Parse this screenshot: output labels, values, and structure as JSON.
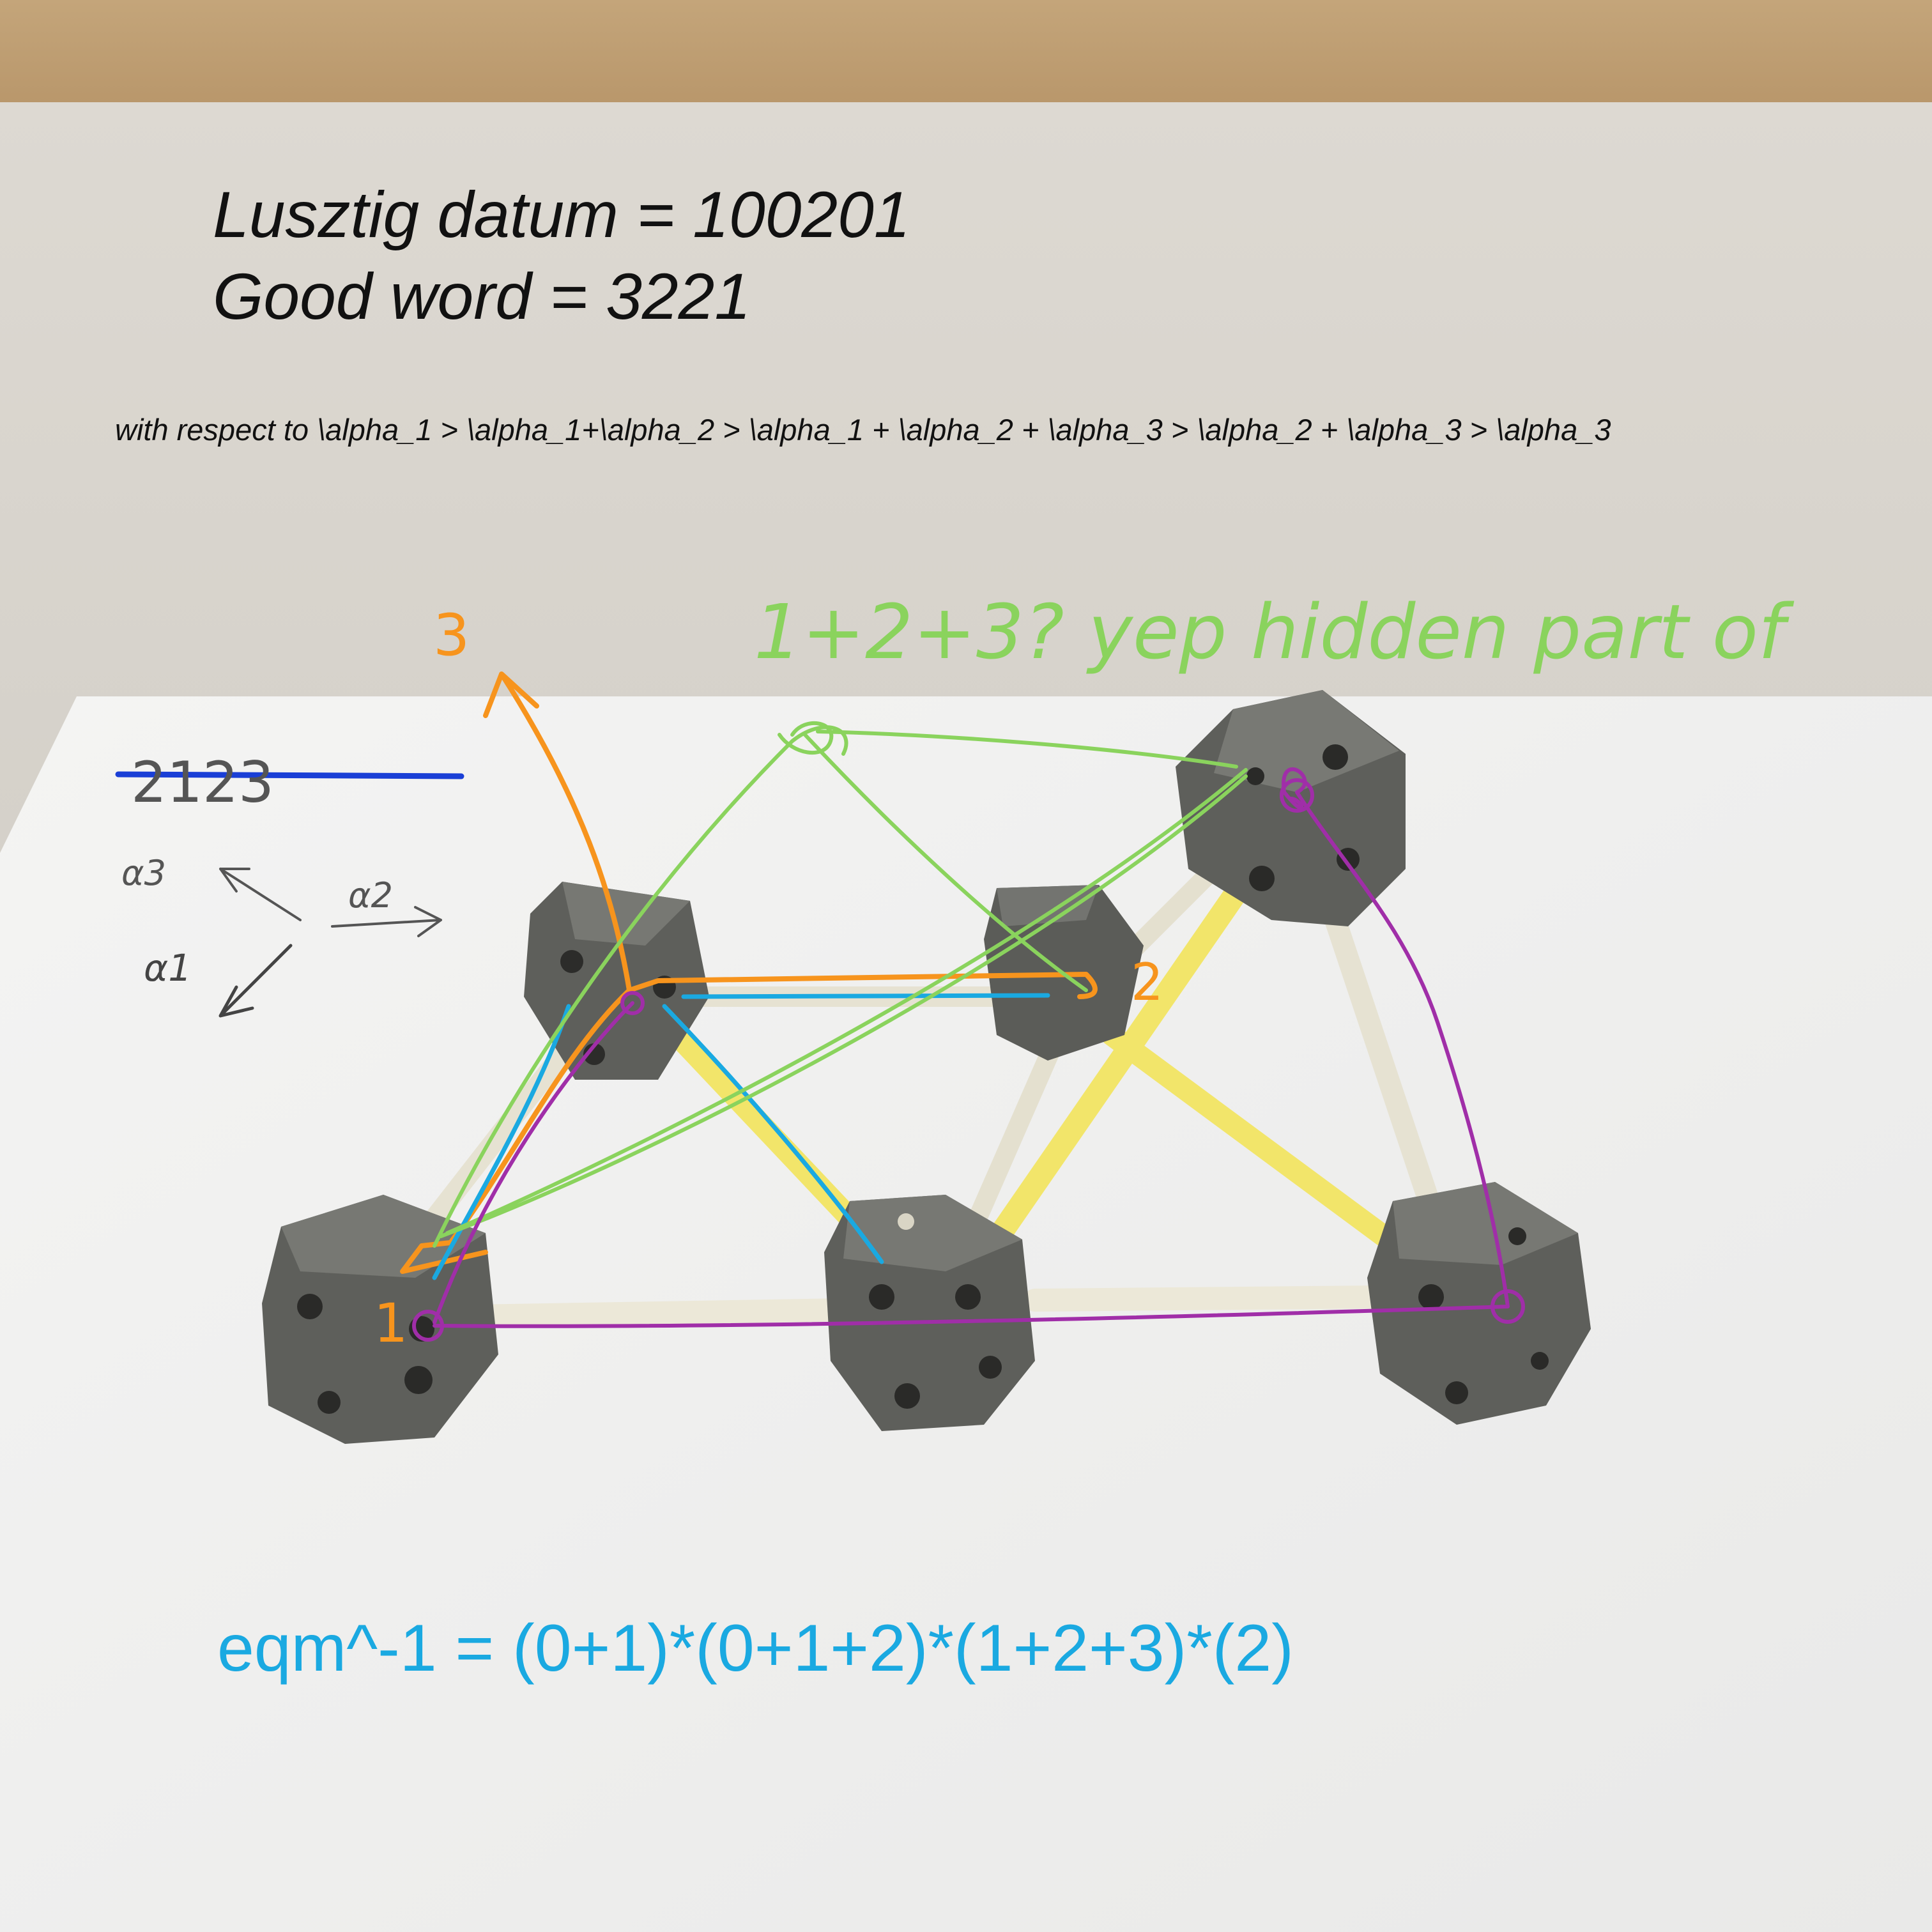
{
  "text": {
    "lusztig_datum": "Lusztig datum = 100201",
    "good_word": "Good word = 3221",
    "ordering": "with respect to \\alpha_1 > \\alpha_1+\\alpha_2 > \\alpha_1 + \\alpha_2 + \\alpha_3 > \\alpha_2 + \\alpha_3 > \\alpha_3",
    "equation": "eqm^-1 = (0+1)*(0+1+2)*(1+2+3)*(2)"
  },
  "handwriting": {
    "green_note": "1+2+3? yep hidden part of",
    "crossed_word": "2123",
    "alpha3_label": "α3",
    "alpha2_label": "α2",
    "alpha1_label": "α1",
    "orange_3": "3",
    "orange_2": "2",
    "orange_1": "1"
  },
  "colors": {
    "wall": "#e5e3df",
    "paper": "#f2f2f2",
    "node": "#5e5f5b",
    "rod_white": "#e6e2d2",
    "rod_yellow": "#f2e56a",
    "ink_green": "#8ad35d",
    "ink_orange": "#f7941d",
    "ink_purple": "#a02ea8",
    "ink_blue": "#1aa9e1",
    "ink_navy": "#1a3fd6"
  }
}
